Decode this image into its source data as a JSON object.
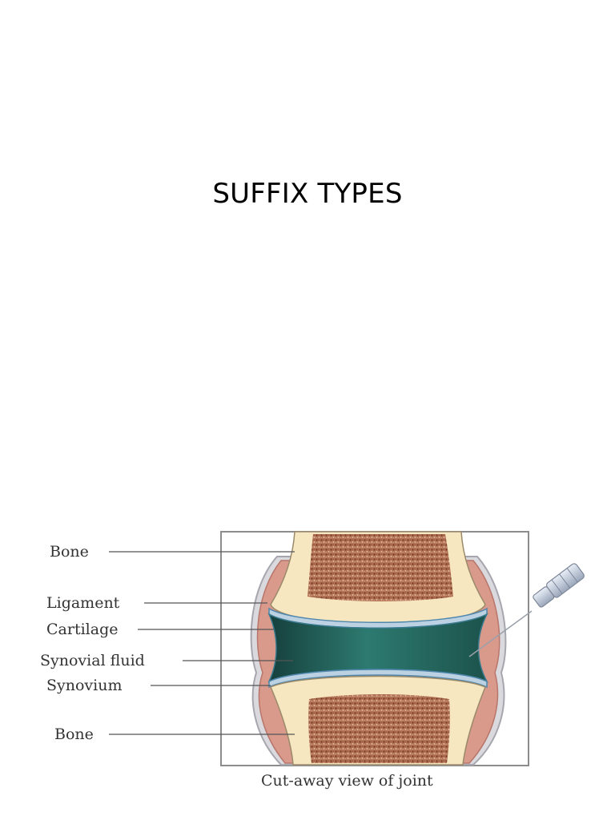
{
  "slide": {
    "title": "SUFFIX TYPES"
  },
  "diagram": {
    "labels": {
      "bone_top": "Bone",
      "ligament": "Ligament",
      "cartilage": "Cartilage",
      "synovial_fluid": "Synovial fluid",
      "synovium": "Synovium",
      "bone_bottom": "Bone"
    },
    "caption": "Cut-away view of joint"
  },
  "colors": {
    "bone": "#f6e7c1",
    "marrow": "#a0634a",
    "fluid": "#1f5e57",
    "cartilage_line": "#5a8fb0",
    "ligament": "#c98a7a",
    "capsule": "#b8b8bf",
    "frame": "#888888"
  }
}
